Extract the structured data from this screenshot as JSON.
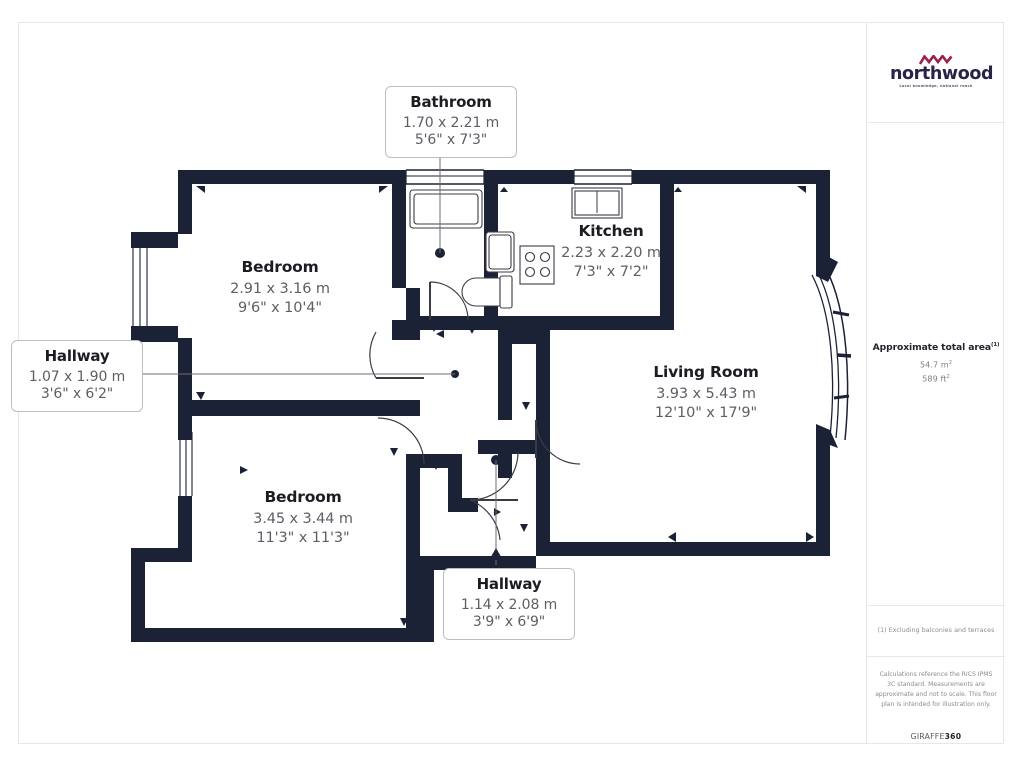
{
  "document": {
    "type": "floor-plan",
    "wall_color": "#1b2236",
    "frame_color": "#e7e6ea"
  },
  "brand": {
    "name": "northwood",
    "tagline": "Local knowledge, national reach",
    "mark": "chevron-mark",
    "mark_color": "#9e1f4e",
    "word_color": "#2b2346"
  },
  "area": {
    "title": "Approximate total area",
    "footnote_marker": "(1)",
    "metric": "54.7 m",
    "metric_sup": "2",
    "imperial": "589 ft",
    "imperial_sup": "2"
  },
  "notes": {
    "footnote": "(1) Excluding balconies and terraces",
    "disclaimer": "Calculations reference the RICS IPMS 3C standard. Measurements are approximate and not to scale. This floor plan is intended for illustration only."
  },
  "provider": {
    "name_light": "GIRAFFE",
    "name_bold": "360"
  },
  "rooms": [
    {
      "id": "bathroom",
      "name": "Bathroom",
      "metric": "1.70 x 2.21 m",
      "imperial": "5'6\" x 7'3\"",
      "boxed": true
    },
    {
      "id": "bedroom-upper",
      "name": "Bedroom",
      "metric": "2.91 x 3.16 m",
      "imperial": "9'6\" x 10'4\"",
      "boxed": false
    },
    {
      "id": "kitchen",
      "name": "Kitchen",
      "metric": "2.23 x 2.20 m",
      "imperial": "7'3\" x 7'2\"",
      "boxed": false
    },
    {
      "id": "hallway-left",
      "name": "Hallway",
      "metric": "1.07 x 1.90 m",
      "imperial": "3'6\" x 6'2\"",
      "boxed": true
    },
    {
      "id": "living-room",
      "name": "Living Room",
      "metric": "3.93 x 5.43 m",
      "imperial": "12'10\" x 17'9\"",
      "boxed": false
    },
    {
      "id": "bedroom-lower",
      "name": "Bedroom",
      "metric": "3.45 x 3.44 m",
      "imperial": "11'3\" x 11'3\"",
      "boxed": false
    },
    {
      "id": "hallway-bottom",
      "name": "Hallway",
      "metric": "1.14 x 2.08 m",
      "imperial": "3'9\" x 6'9\"",
      "boxed": true
    }
  ],
  "fixtures": [
    {
      "id": "bath-tub",
      "room": "bathroom"
    },
    {
      "id": "wash-basin",
      "room": "bathroom"
    },
    {
      "id": "toilet",
      "room": "bathroom"
    },
    {
      "id": "kitchen-sink",
      "room": "kitchen"
    },
    {
      "id": "kitchen-hob",
      "room": "kitchen"
    },
    {
      "id": "bay-window-curved",
      "room": "living-room"
    },
    {
      "id": "bay-window-left",
      "room": "bedroom-upper"
    },
    {
      "id": "window-left",
      "room": "bedroom-lower"
    },
    {
      "id": "window-top",
      "room": "kitchen"
    }
  ]
}
